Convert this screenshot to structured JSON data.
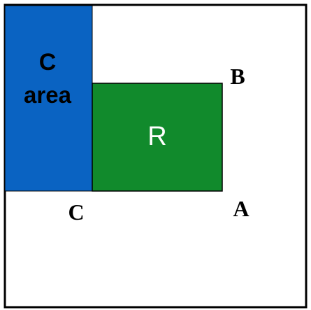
{
  "diagram": {
    "labels": {
      "c_area_line1": "C",
      "c_area_line2": "area",
      "r": "R",
      "b": "B",
      "c": "C",
      "a": "A"
    },
    "colors": {
      "outer_border": "#000000",
      "background": "#ffffff",
      "c_area_fill": "#0a63c2",
      "r_fill": "#118a2c",
      "r_label": "#ffffff",
      "point_label": "#000000",
      "c_area_label": "#000000"
    }
  }
}
